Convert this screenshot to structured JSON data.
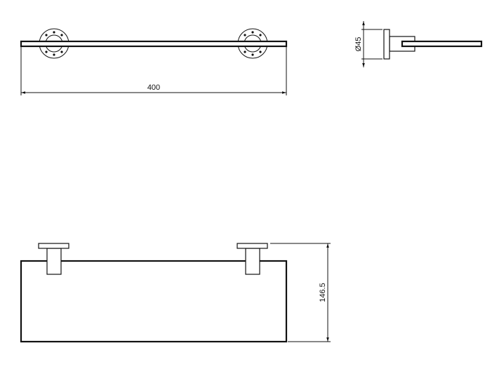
{
  "drawing": {
    "top_view": {
      "dimension_width": "400"
    },
    "side_view": {
      "dimension_diameter": "Ø45"
    },
    "front_view": {
      "dimension_height": "146.5"
    },
    "line_color": "#111111"
  }
}
